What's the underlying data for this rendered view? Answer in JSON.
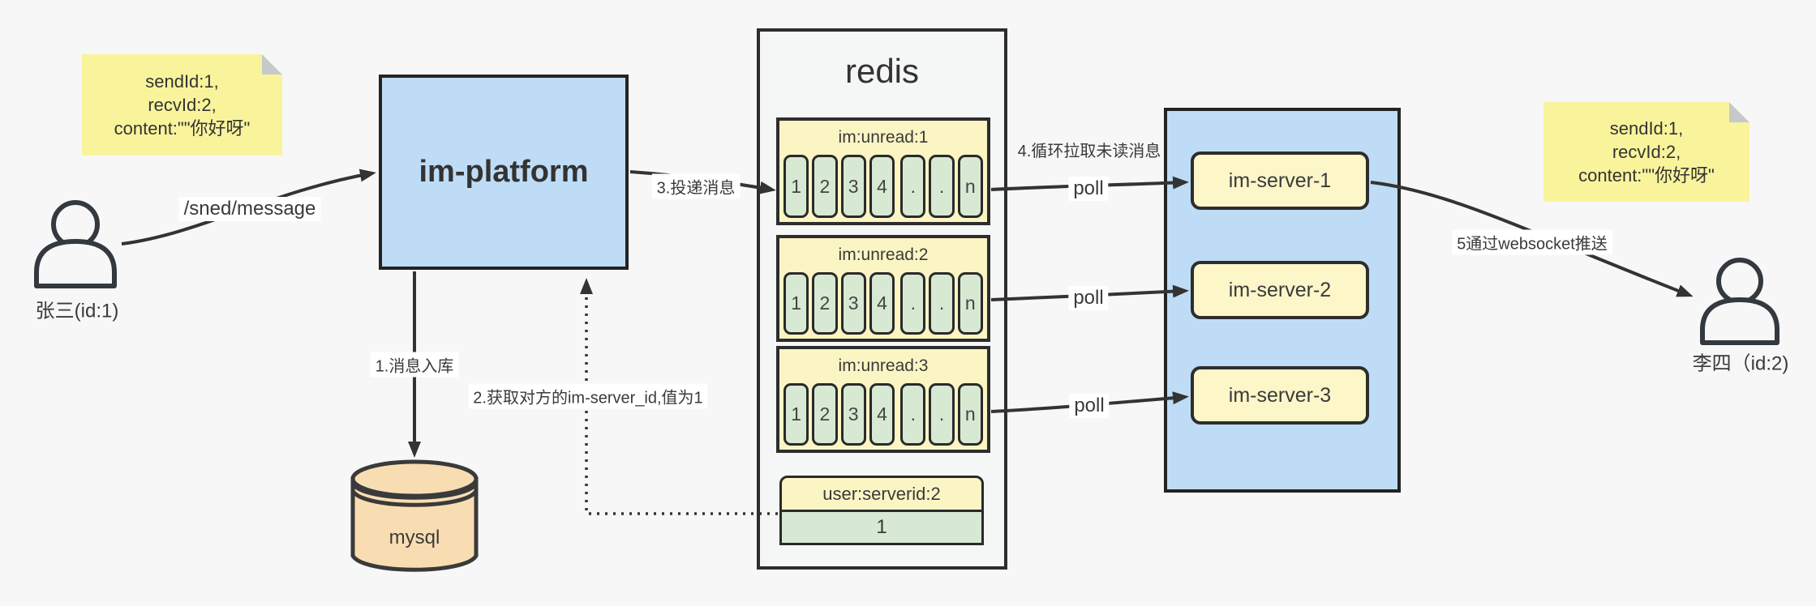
{
  "diagram": {
    "notes": {
      "left": {
        "lines": [
          "sendId:1,",
          "recvId:2,",
          "content:\"\"你好呀\""
        ]
      },
      "right": {
        "lines": [
          "sendId:1,",
          "recvId:2,",
          "content:\"\"你好呀\""
        ]
      }
    },
    "actors": {
      "sender": "张三(id:1)",
      "receiver": "李四（id:2)"
    },
    "platform": "im-platform",
    "mysql": "mysql",
    "redis": {
      "title": "redis",
      "queues": [
        {
          "name": "im:unread:1",
          "cells": [
            "1",
            "2",
            "3",
            "4",
            ".",
            ".",
            "n"
          ]
        },
        {
          "name": "im:unread:2",
          "cells": [
            "1",
            "2",
            "3",
            "4",
            ".",
            ".",
            "n"
          ]
        },
        {
          "name": "im:unread:3",
          "cells": [
            "1",
            "2",
            "3",
            "4",
            ".",
            ".",
            "n"
          ]
        }
      ],
      "kv": {
        "key": "user:serverid:2",
        "value": "1"
      }
    },
    "servers": [
      "im-server-1",
      "im-server-2",
      "im-server-3"
    ],
    "labels": {
      "send_api": "/sned/message",
      "step1": "1.消息入库",
      "step2": "2.获取对方的im-server_id,值为1",
      "step3": "3.投递消息",
      "step4": "4.循环拉取未读消息",
      "step5": "5通过websocket推送",
      "poll": "poll"
    },
    "colors": {
      "background": "#f7f7f7",
      "note_yellow": "#f9f49c",
      "panel_yellow": "#fbf5c4",
      "server_yellow": "#fcf6c9",
      "cell_green": "#d7e9d3",
      "box_blue": "#bedcf5",
      "db_tan": "#f9ddb2",
      "line_dark": "#333333"
    }
  }
}
